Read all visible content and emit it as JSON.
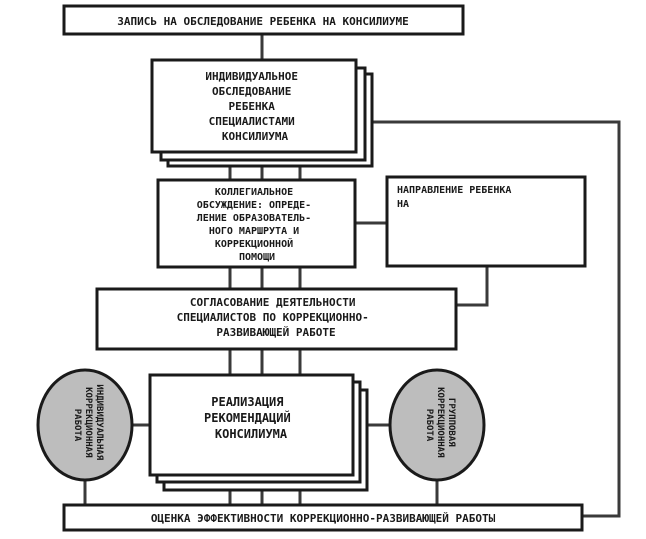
{
  "colors": {
    "ink": "#1a1a1a",
    "box_fill": "#ffffff",
    "connector": "#3a3a3a",
    "oval_fill": "#bdbdbd",
    "shadow": "#555555"
  },
  "nodes": {
    "record": {
      "lines": [
        "ЗАПИСЬ НА ОБСЛЕДОВАНИЕ РЕБЕНКА НА КОНСИЛИУМЕ"
      ]
    },
    "exam": {
      "lines": [
        "ИНДИВИДУАЛЬНОЕ",
        "ОБСЛЕДОВАНИЕ",
        "РЕБЕНКА",
        "СПЕЦИАЛИСТАМИ",
        "КОНСИЛИУМА"
      ]
    },
    "discussion": {
      "lines": [
        "КОЛЛЕГИАЛЬНОЕ",
        "ОБСУЖДЕНИЕ: ОПРЕДЕ-",
        "ЛЕНИЕ ОБРАЗОВАТЕЛЬ-",
        "НОГО МАРШРУТА И",
        "КОРРЕКЦИОННОЙ",
        "ПОМОЩИ"
      ]
    },
    "referral": {
      "lines": [
        "НАПРАВЛЕНИЕ РЕБЕНКА",
        "НА"
      ]
    },
    "coordination": {
      "lines": [
        "СОГЛАСОВАНИЕ ДЕЯТЕЛЬНОСТИ",
        "СПЕЦИАЛИСТОВ ПО КОРРЕКЦИОННО-",
        "РАЗВИВАЮЩЕЙ РАБОТЕ"
      ]
    },
    "implementation": {
      "lines": [
        "РЕАЛИЗАЦИЯ",
        "РЕКОМЕНДАЦИЙ",
        "КОНСИЛИУМА"
      ]
    },
    "individual_work": {
      "lines": [
        "ИНДИВИДУАЛЬНАЯ",
        "КОРРЕКЦИОННАЯ",
        "РАБОТА"
      ]
    },
    "group_work": {
      "lines": [
        "ГРУППОВАЯ",
        "КОРРЕКЦИОННАЯ",
        "РАБОТА"
      ]
    },
    "evaluation": {
      "lines": [
        "ОЦЕНКА ЭФФЕКТИВНОСТИ КОРРЕКЦИОННО-РАЗВИВАЮЩЕЙ РАБОТЫ"
      ]
    }
  }
}
